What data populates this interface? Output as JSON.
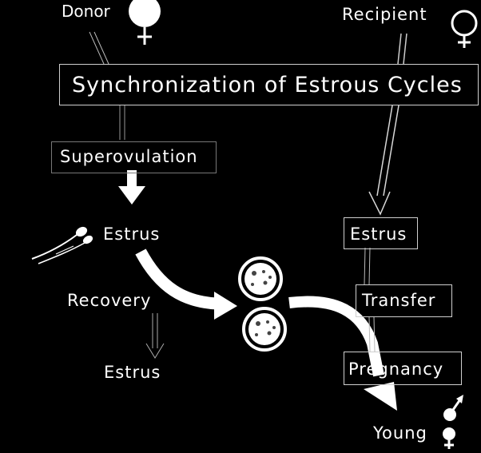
{
  "colors": {
    "background": "#000000",
    "foreground": "#ffffff"
  },
  "top": {
    "donor_label": "Donor",
    "recipient_label": "Recipient",
    "donor_icon": "female-symbol-filled-icon",
    "recipient_icon": "female-symbol-outline-icon"
  },
  "banner": {
    "title": "Synchronization of Estrous Cycles"
  },
  "donor_path": {
    "superovulation": "Superovulation",
    "estrus": "Estrus",
    "recovery": "Recovery",
    "estrus_after": "Estrus",
    "insemination_icon": "insemination-syringe-icon"
  },
  "embryos": {
    "icon": "embryo-icon",
    "count": 2
  },
  "recipient_path": {
    "estrus": "Estrus",
    "transfer": "Transfer",
    "pregnancy": "Pregnancy",
    "young": "Young",
    "young_icon": "male-female-symbol-icon"
  }
}
